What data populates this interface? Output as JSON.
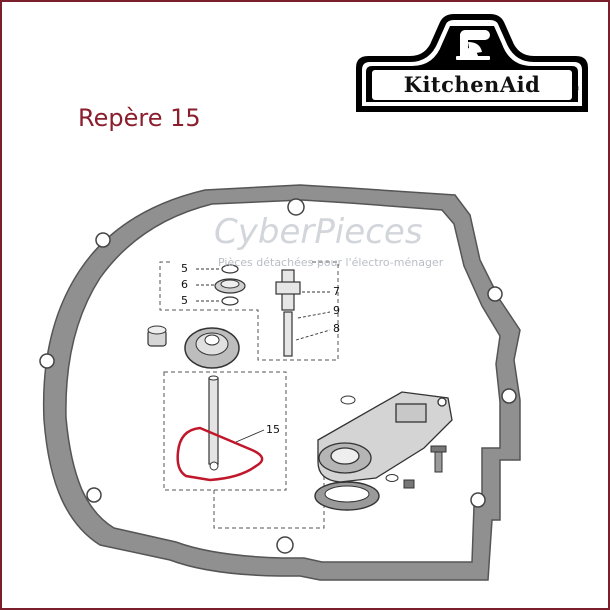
{
  "title": "Repère 15",
  "logo": {
    "brand": "KitchenAid",
    "trademark": "®"
  },
  "watermark": {
    "brand": "CyberPieces",
    "tagline": "Pièces détachées pour l'électro-ménager"
  },
  "callouts": [
    "5",
    "6",
    "5",
    "7",
    "9",
    "8",
    "15"
  ],
  "colors": {
    "frame": "#7a1f2b",
    "title": "#8b1e2d",
    "gasket": "#7d7d7d",
    "highlight": "#c0182a"
  }
}
